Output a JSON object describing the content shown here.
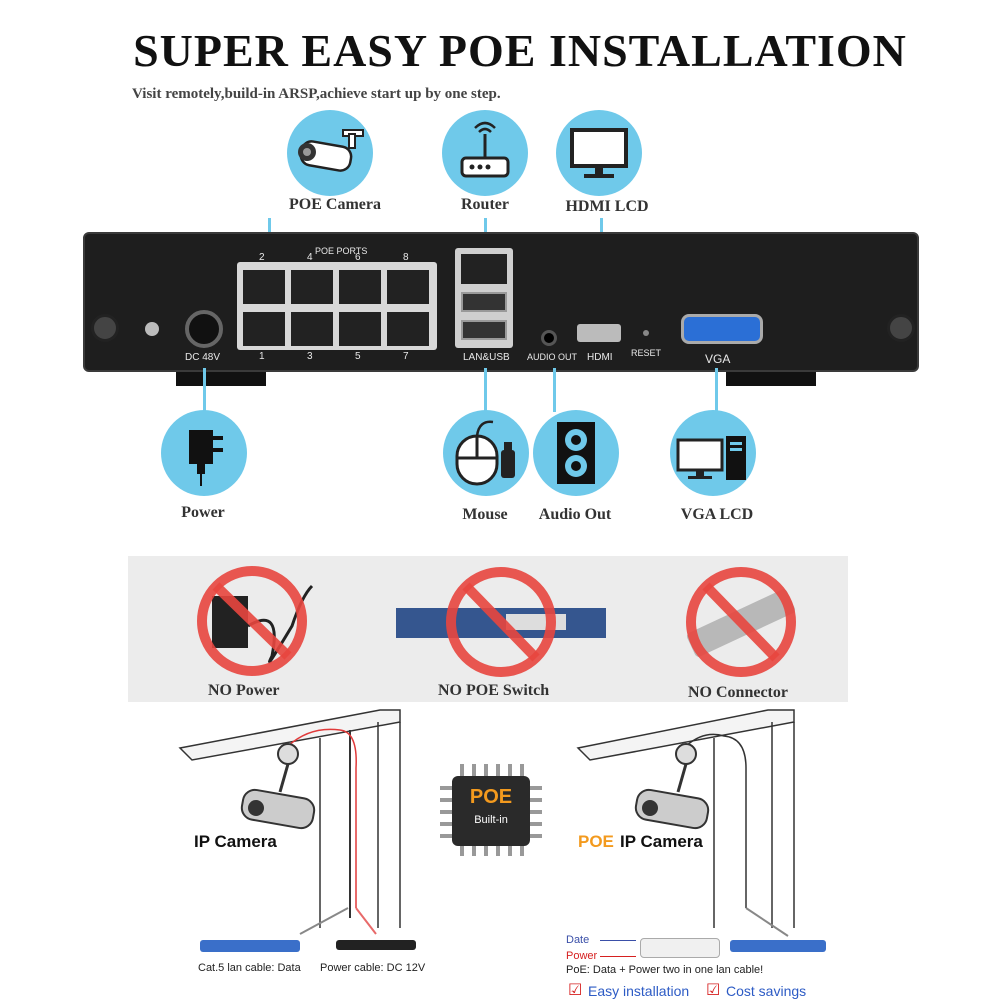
{
  "title": "SUPER EASY POE INSTALLATION",
  "subtitle": "Visit remotely,build-in ARSP,achieve start up by one step.",
  "top_devices": [
    {
      "label": "POE Camera",
      "icon": "camera-icon"
    },
    {
      "label": "Router",
      "icon": "router-icon"
    },
    {
      "label": "HDMI LCD",
      "icon": "monitor-icon"
    }
  ],
  "bottom_devices": [
    {
      "label": "Power",
      "icon": "power-adapter-icon"
    },
    {
      "label": "Mouse",
      "icon": "mouse-icon"
    },
    {
      "label": "Audio Out",
      "icon": "speaker-icon"
    },
    {
      "label": "VGA LCD",
      "icon": "computer-icon"
    }
  ],
  "nvr": {
    "poe_ports_label": "POE PORTS",
    "top_port_numbers": [
      "2",
      "4",
      "6",
      "8"
    ],
    "bottom_port_numbers": [
      "1",
      "3",
      "5",
      "7"
    ],
    "dc_label": "DC 48V",
    "lan_label": "LAN&USB",
    "audio_label": "AUDIO OUT",
    "hdmi_label": "HDMI",
    "reset_label": "RESET",
    "vga_label": "VGA"
  },
  "no_items": [
    {
      "label": "NO Power"
    },
    {
      "label": "NO POE Switch"
    },
    {
      "label": "NO Connector"
    }
  ],
  "chip": {
    "line1": "POE",
    "line2": "Built-in"
  },
  "left_scene": {
    "caption": "IP Camera",
    "cable1": "Cat.5 lan cable: Data",
    "cable2": "Power cable: DC 12V"
  },
  "right_scene": {
    "caption_accent": "POE",
    "caption_rest": "IP Camera",
    "date_label": "Date",
    "power_label": "Power",
    "note": "PoE: Data + Power two in one lan cable!",
    "benefit1": "Easy installation",
    "benefit2": "Cost savings"
  },
  "colors": {
    "icon_circle": "#6fc9ea",
    "prohibit_red": "#e8463f",
    "poe_orange": "#f39a1e",
    "check_blue": "#2d5bc5"
  }
}
